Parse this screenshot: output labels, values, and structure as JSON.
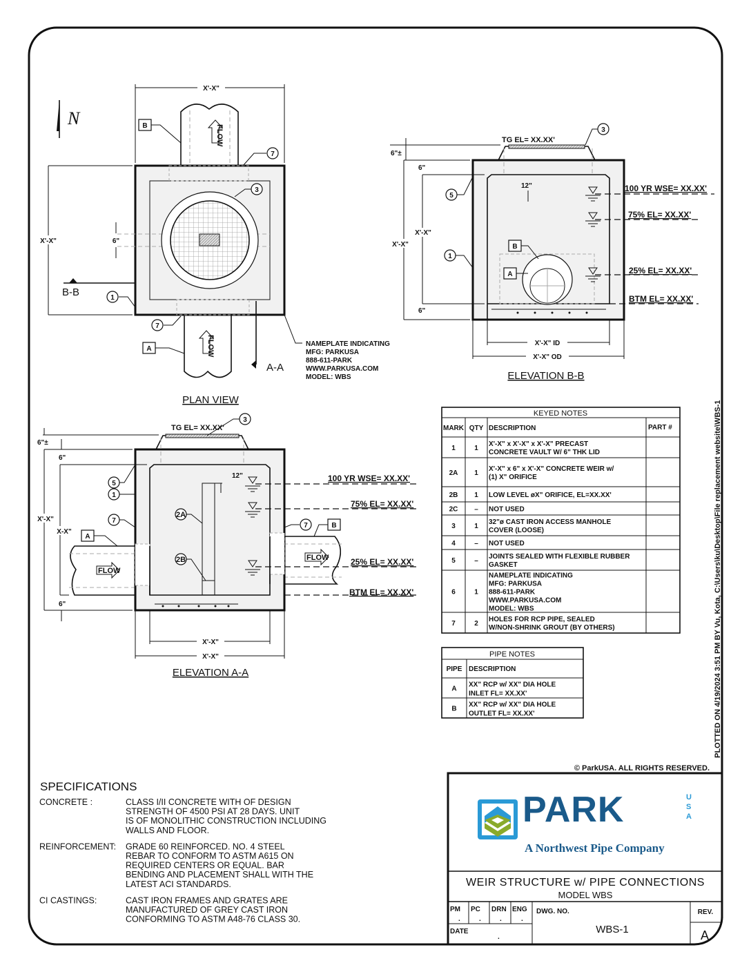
{
  "sheet": {
    "copyright": "© ParkUSA. ALL RIGHTS RESERVED.",
    "plot_stamp": "PLOTTED ON 4/19/2024 3:51 PM BY Vu, Kota, C:\\Users\\ku\\Desktop\\File replacement website\\WBS-1"
  },
  "plan_view": {
    "title": "PLAN VIEW",
    "north": "N",
    "dim_width": "X'-X\"",
    "dim_length": "X'-X\"",
    "dim_weir": "6\"",
    "section_bb": "B-B",
    "section_aa": "A-A",
    "flow": "FLOW",
    "callouts": {
      "c1": "1",
      "c3": "3",
      "c7a": "7",
      "c7b": "7",
      "pipe_a": "A",
      "pipe_b": "B"
    },
    "nameplate": [
      "NAMEPLATE INDICATING",
      "MFG: PARKUSA",
      "888-611-PARK",
      "WWW.PARKUSA.COM",
      "MODEL: WBS"
    ]
  },
  "elevation_bb": {
    "title": "ELEVATION B-B",
    "tg": "TG EL= XX.XX'",
    "dim_6pm": "6\"±",
    "dim_6top": "6\"",
    "dim_6bot": "6\"",
    "dim_outer_h": "X'-X\"",
    "dim_inner_h": "X'-X\"",
    "dim_12": "12\"",
    "dim_id": "X'-X\" ID",
    "dim_od": "X'-X\" OD",
    "wse": "100 YR WSE= XX.XX'",
    "el75": "75% EL= XX.XX'",
    "el25": "25% EL= XX.XX'",
    "btm": "BTM EL= XX.XX'",
    "callouts": {
      "c1": "1",
      "c3": "3",
      "c5": "5",
      "pipe_a": "A",
      "pipe_b": "B"
    }
  },
  "elevation_aa": {
    "title": "ELEVATION A-A",
    "tg": "TG EL= XX.XX'",
    "dim_6pm": "6\"±",
    "dim_6top": "6\"",
    "dim_6bot": "6\"",
    "dim_outer_h": "X'-X\"",
    "dim_inner_h": "X-X\"",
    "dim_12": "12\"",
    "dim_inner_w": "X'-X\"",
    "dim_outer_w": "X'-X\"",
    "wse": "100 YR WSE= XX.XX'",
    "el75": "75% EL= XX.XX'",
    "el25": "25% EL= XX.XX'",
    "btm": "BTM EL= XX.XX'",
    "flow": "FLOW",
    "callouts": {
      "c1": "1",
      "c3": "3",
      "c5": "5",
      "c7a": "7",
      "c7b": "7",
      "c2a": "2A",
      "c2b": "2B",
      "pipe_a": "A",
      "pipe_b": "B"
    }
  },
  "keyed_notes": {
    "title": "KEYED NOTES",
    "headers": {
      "mark": "MARK",
      "qty": "QTY",
      "desc": "DESCRIPTION",
      "part": "PART #"
    },
    "rows": [
      {
        "mark": "1",
        "qty": "1",
        "desc": [
          "X'-X\" x X'-X\" x X'-X\" PRECAST",
          "CONCRETE VAULT W/ 6\" THK LID"
        ]
      },
      {
        "mark": "2A",
        "qty": "1",
        "desc": [
          "X'-X\" x 6\" x X'-X\" CONCRETE WEIR w/",
          "(1) X\" ORIFICE"
        ]
      },
      {
        "mark": "2B",
        "qty": "1",
        "desc": [
          "LOW LEVEL øX\" ORIFICE, EL=XX.XX'"
        ]
      },
      {
        "mark": "2C",
        "qty": "–",
        "desc": [
          "NOT USED"
        ]
      },
      {
        "mark": "3",
        "qty": "1",
        "desc": [
          "32\"ø CAST IRON ACCESS MANHOLE",
          "COVER (LOOSE)"
        ]
      },
      {
        "mark": "4",
        "qty": "–",
        "desc": [
          "NOT USED"
        ]
      },
      {
        "mark": "5",
        "qty": "–",
        "desc": [
          "JOINTS SEALED WITH FLEXIBLE RUBBER",
          "GASKET"
        ]
      },
      {
        "mark": "6",
        "qty": "1",
        "desc": [
          "NAMEPLATE INDICATING",
          "MFG: PARKUSA",
          "888-611-PARK",
          "WWW.PARKUSA.COM",
          "MODEL: WBS"
        ]
      },
      {
        "mark": "7",
        "qty": "2",
        "desc": [
          "HOLES FOR RCP PIPE, SEALED",
          "W/NON-SHRINK GROUT (BY OTHERS)"
        ]
      }
    ]
  },
  "pipe_notes": {
    "title": "PIPE NOTES",
    "headers": {
      "pipe": "PIPE",
      "desc": "DESCRIPTION"
    },
    "rows": [
      {
        "pipe": "A",
        "desc": [
          "XX\" RCP w/ XX\" DIA HOLE",
          "INLET FL= XX.XX'"
        ]
      },
      {
        "pipe": "B",
        "desc": [
          "XX\" RCP w/ XX\" DIA HOLE",
          "OUTLET FL= XX.XX'"
        ]
      }
    ]
  },
  "specifications": {
    "title": "SPECIFICATIONS",
    "items": [
      {
        "label": "CONCRETE :",
        "lines": [
          "CLASS I/II CONCRETE WITH OF DESIGN",
          "STRENGTH OF 4500 PSI AT 28 DAYS.  UNIT",
          "IS OF MONOLITHIC CONSTRUCTION INCLUDING",
          "WALLS AND FLOOR."
        ]
      },
      {
        "label": "REINFORCEMENT:",
        "lines": [
          "GRADE 60 REINFORCED.  NO. 4 STEEL",
          "REBAR TO CONFORM TO ASTM A615 ON",
          "REQUIRED CENTERS OR EQUAL. BAR",
          "BENDING AND PLACEMENT SHALL WITH THE",
          "LATEST ACI STANDARDS."
        ]
      },
      {
        "label": "CI CASTINGS:",
        "lines": [
          "CAST IRON FRAMES AND GRATES ARE",
          "MANUFACTURED  OF GREY CAST IRON",
          "CONFORMING TO ASTM A48-76 CLASS 30."
        ]
      }
    ]
  },
  "title_block": {
    "logo_text": "PARK",
    "logo_usa": "USA",
    "logo_tagline": "A Northwest Pipe Company",
    "title": "WEIR STRUCTURE w/ PIPE CONNECTIONS",
    "model": "MODEL WBS",
    "pm": "PM",
    "pc": "PC",
    "drn": "DRN",
    "eng": "ENG",
    "pm_val": ".",
    "pc_val": ".",
    "drn_val": ".",
    "eng_val": ".",
    "date_label": "DATE",
    "date_val": ".",
    "dwg_label": "DWG. NO.",
    "dwg_no": "WBS-1",
    "rev_label": "REV.",
    "rev": "A",
    "colors": {
      "logo_blue": "#1a5a8a",
      "logo_light": "#2a9ad6",
      "logo_green": "#8aaa2a"
    }
  }
}
